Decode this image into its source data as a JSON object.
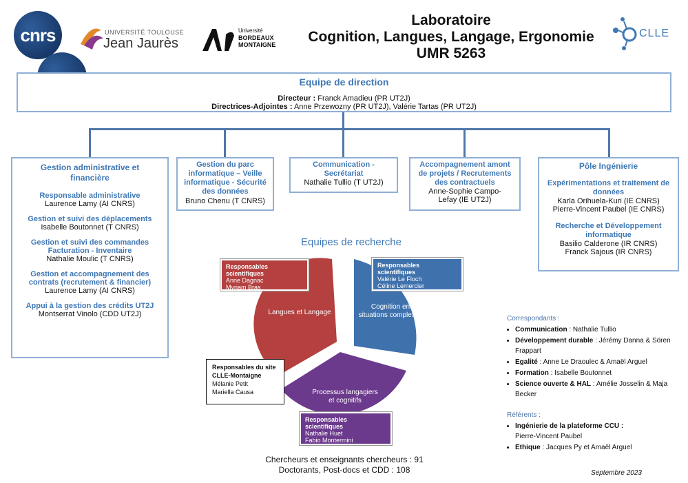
{
  "header": {
    "cnrs_logo_text": "cnrs",
    "univ_tlse_line1": "UNIVERSITÉ TOULOUSE",
    "univ_tlse_line2": "Jean Jaurès",
    "bordeaux_line1": "Université",
    "bordeaux_line2": "BORDEAUX",
    "bordeaux_line3": "MONTAIGNE",
    "title_line1": "Laboratoire",
    "title_line2": "Cognition, Langues, Langage, Ergonomie",
    "title_line3": "UMR 5263",
    "clle_logo_text": "CLLE"
  },
  "direction": {
    "title": "Equipe de direction",
    "line1_label": "Directeur :",
    "line1_value": " Franck Amadieu (PR UT2J)",
    "line2_label": "Directrices-Adjointes :",
    "line2_value": " Anne Przewozny (PR UT2J), Valérie Tartas (PR UT2J)"
  },
  "admin": {
    "title": "Gestion administrative et financière",
    "items": [
      {
        "role": "Responsable administrative",
        "name": "Laurence Lamy (AI CNRS)"
      },
      {
        "role": "Gestion et suivi des déplacements",
        "name": "Isabelle Boutonnet (T CNRS)"
      },
      {
        "role": "Gestion et suivi des commandes Facturation - Inventaire",
        "name": "Nathalie Moulic (T CNRS)"
      },
      {
        "role": "Gestion et accompagnement des contrats (recrutement & financier)",
        "name": "Laurence Lamy (AI CNRS)"
      },
      {
        "role": "Appui à la gestion des crédits UT2J",
        "name": "Montserrat Vinolo (CDD UT2J)"
      }
    ]
  },
  "parc": {
    "title": "Gestion du parc informatique – Veille informatique - Sécurité des données",
    "name": "Bruno Chenu (T CNRS)"
  },
  "comm": {
    "title": "Communication - Secrétariat",
    "name": "Nathalie Tullio (T UT2J)"
  },
  "accomp": {
    "title": "Accompagnement amont de projets / Recrutements des contractuels",
    "name": "Anne-Sophie Campo-Lefay (IE UT2J)"
  },
  "pole": {
    "title": "Pôle Ingénierie",
    "sub1": "Expérimentations et traitement de données",
    "sub1_names": [
      "Karla Orihuela-Kuri (IE CNRS)",
      "Pierre-Vincent Paubel (IE CNRS)"
    ],
    "sub2": "Recherche et Développement informatique",
    "sub2_names": [
      "Basilio Calderone (IR CNRS)",
      "Franck Sajous (IR CNRS)"
    ]
  },
  "research": {
    "title": "Equipes de recherche",
    "teams": [
      {
        "label": "Langues et Langage",
        "color": "#b4403f",
        "resp_title": "Responsables scientifiques",
        "resp": [
          "Anne Dagnac",
          "Myriam Bras"
        ]
      },
      {
        "label": "Cognition en situations complexes",
        "color": "#3f72ad",
        "resp_title": "Responsables scientifiques",
        "resp": [
          "Valérie Le Floch",
          "Céline Lemercier"
        ]
      },
      {
        "label": "Processus langagiers et cognitifs",
        "color": "#6c3a8c",
        "resp_title": "Responsables scientifiques",
        "resp": [
          "Nathalie Huet",
          "Fabio Montermini"
        ]
      }
    ],
    "site": {
      "title_line1": "Responsables du site",
      "title_line2": "CLLE-Montaigne",
      "names": [
        "Mélanie Petit",
        "Mariella Causa"
      ]
    }
  },
  "stats": {
    "line1": "Chercheurs et enseignants chercheurs :  91",
    "line2": "Doctorants, Post-docs et CDD :  108"
  },
  "correspondants": {
    "title": "Correspondants :",
    "items": [
      {
        "label": "Communication",
        "value": " : Nathalie Tullio"
      },
      {
        "label": "Développement durable",
        "value": " : Jérémy Danna & Sören Frappart"
      },
      {
        "label": "Egalité",
        "value": " : Anne Le Draoulec & Amaël Arguel"
      },
      {
        "label": "Formation",
        "value": " : Isabelle Boutonnet"
      },
      {
        "label": "Science ouverte & HAL",
        "value": " : Amélie Josselin & Maja Becker"
      }
    ]
  },
  "referents": {
    "title": "Référents :",
    "items": [
      {
        "label": "Ingénierie de la plateforme CCU :",
        "value": " Pierre-Vincent Paubel"
      },
      {
        "label": "Ethique",
        "value": " : Jacques Py et Amaël Arguel"
      }
    ]
  },
  "date": "Septembre 2023",
  "colors": {
    "accent": "#3f78b5",
    "line": "#4f77aa",
    "box_border": "#8fb0d6"
  }
}
